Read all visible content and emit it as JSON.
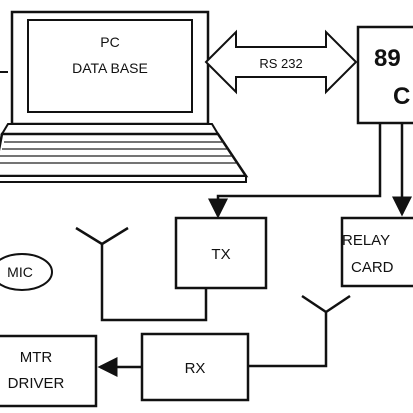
{
  "diagram": {
    "pc": {
      "line1": "PC",
      "line2": "DATA BASE"
    },
    "link": {
      "label": "RS 232"
    },
    "controller": {
      "line1": "89",
      "line2": "C"
    },
    "tx": {
      "label": "TX"
    },
    "relay": {
      "line1": "RELAY",
      "line2": "CARD"
    },
    "mic": {
      "label": "MIC"
    },
    "motor_driver": {
      "line1": "MTR",
      "line2": "DRIVER"
    },
    "rx": {
      "label": "RX"
    },
    "colors": {
      "line": "#111111",
      "background": "#ffffff"
    }
  }
}
